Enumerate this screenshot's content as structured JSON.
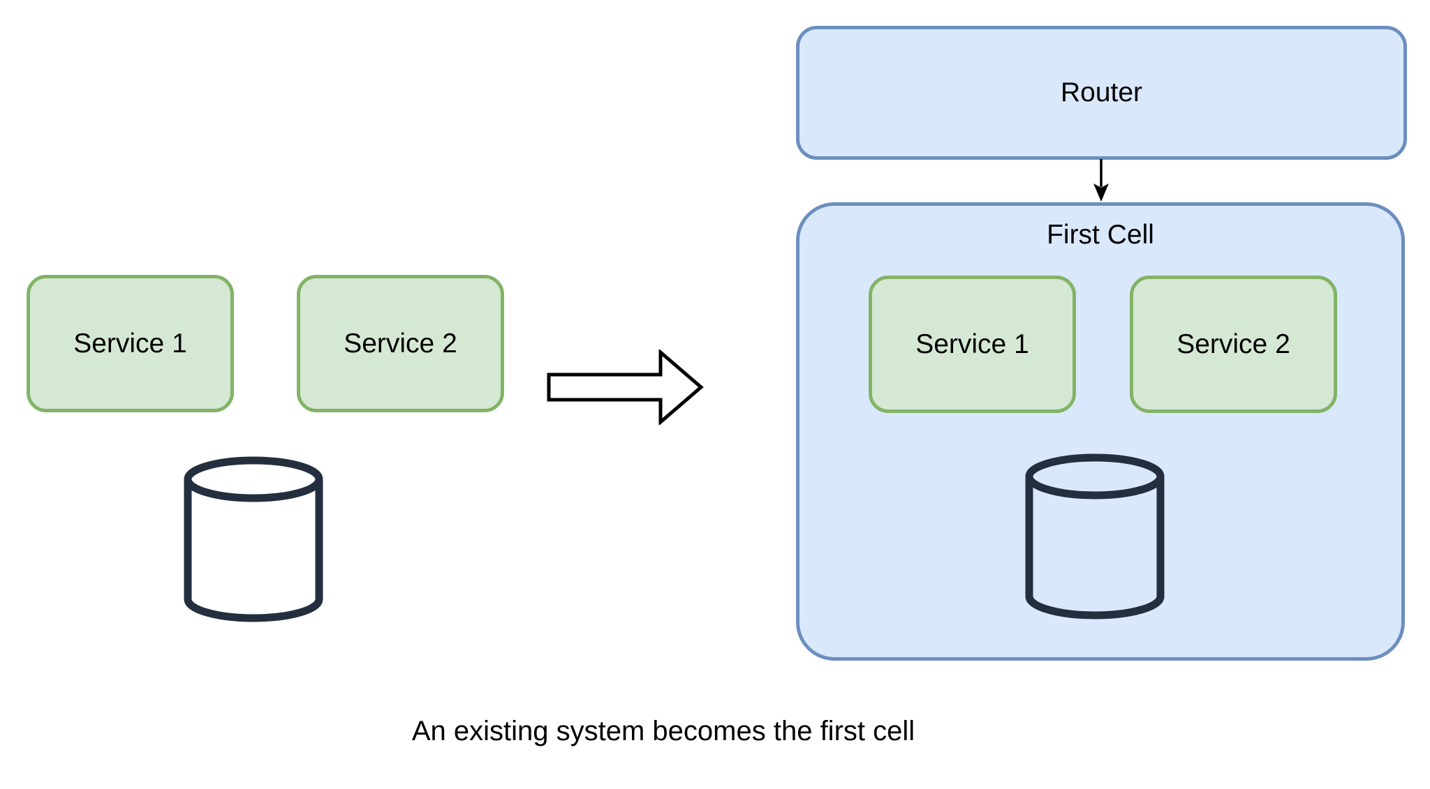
{
  "colors": {
    "background": "#ffffff",
    "text": "#000000",
    "blue-fill": "#dae8fc",
    "blue-stroke": "#6c8ebf",
    "green-fill": "#d5e8d4",
    "green-stroke": "#82b366",
    "db-stroke": "#232f3e",
    "arrow-stroke": "#000000"
  },
  "icons": {
    "database": "database-cylinder",
    "transition": "arrow-right",
    "route": "arrow-down"
  },
  "legacy_system": {
    "services": [
      "Service 1",
      "Service 2"
    ]
  },
  "cell_system": {
    "router_label": "Router",
    "cell_label": "First Cell",
    "services": [
      "Service 1",
      "Service 2"
    ]
  },
  "caption": "An existing system becomes the first cell"
}
